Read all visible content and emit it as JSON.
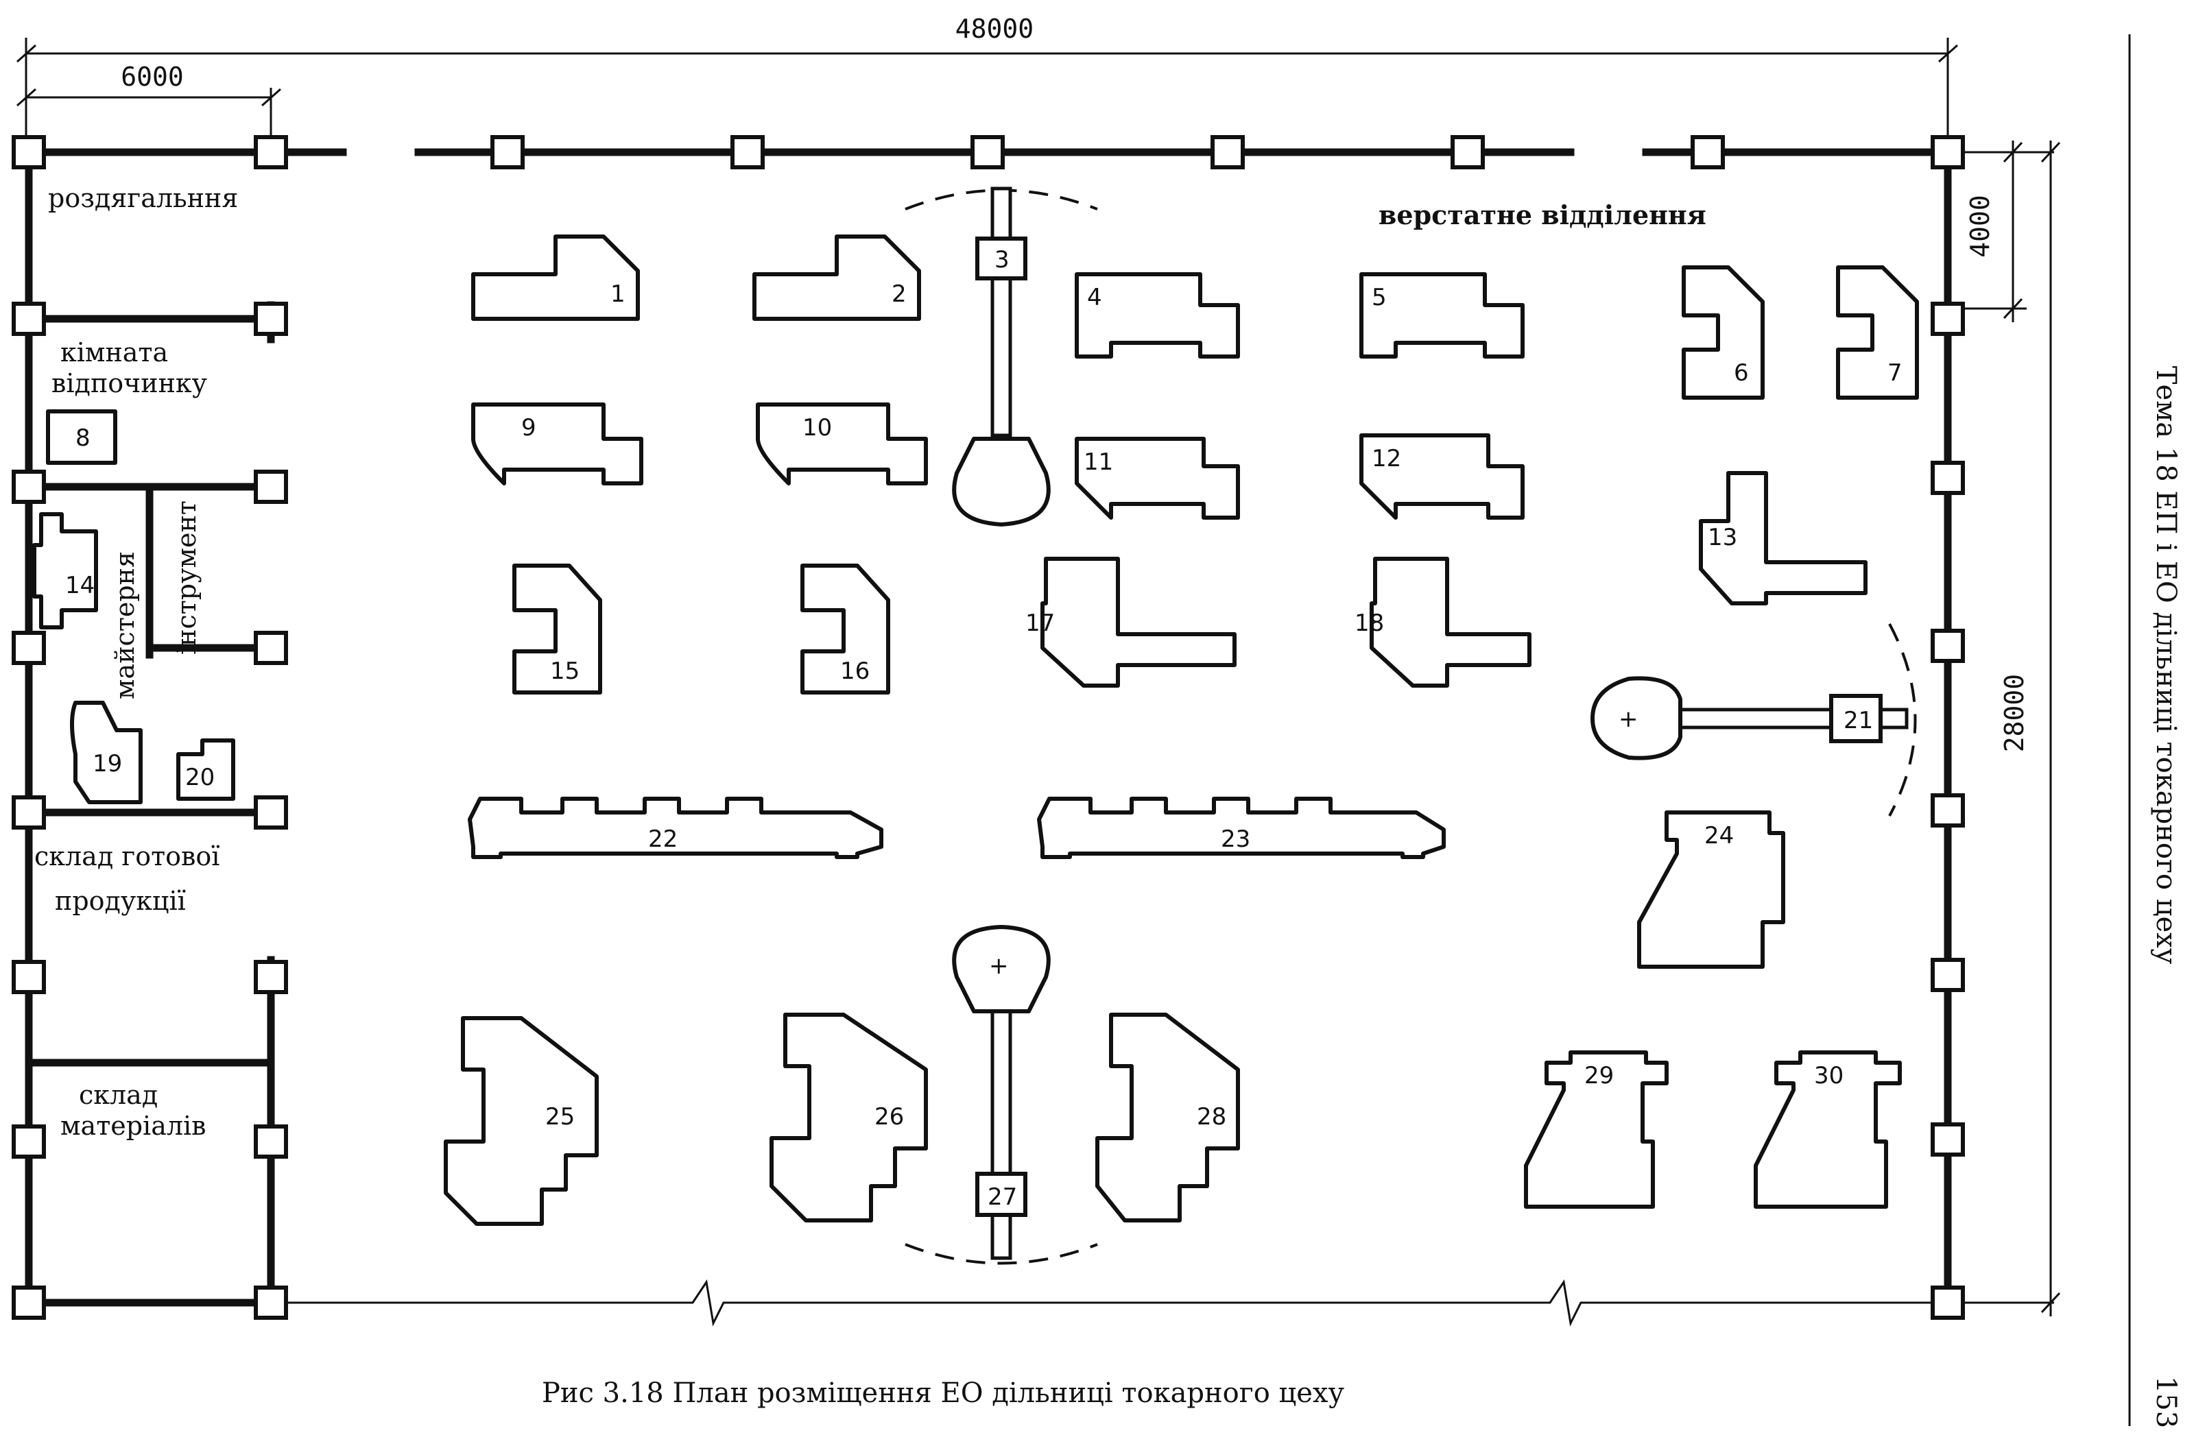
{
  "dimensions": {
    "total_length": "48000",
    "bay_width": "6000",
    "column_step": "4000",
    "total_width": "28000"
  },
  "rooms": {
    "dressing": "роздягальння",
    "rest_1": "кімната",
    "rest_2": "відпочинку",
    "workshop": "майстерня",
    "tools": "інструмент",
    "finished_1": "склад готової",
    "finished_2": "продукції",
    "materials_1": "склад",
    "materials_2": "матеріалів",
    "machine_dept": "верстатне відділення"
  },
  "machines": [
    "1",
    "2",
    "3",
    "4",
    "5",
    "6",
    "7",
    "8",
    "9",
    "10",
    "11",
    "12",
    "13",
    "14",
    "15",
    "16",
    "17",
    "18",
    "19",
    "20",
    "21",
    "22",
    "23",
    "24",
    "25",
    "26",
    "27",
    "28",
    "29",
    "30"
  ],
  "caption": "Рис 3.18 План розміщення ЕО дільниці токарного цеху",
  "side_header": "Тема 18 ЕП і ЕО дільниці токарного цеху",
  "page_number": "153"
}
